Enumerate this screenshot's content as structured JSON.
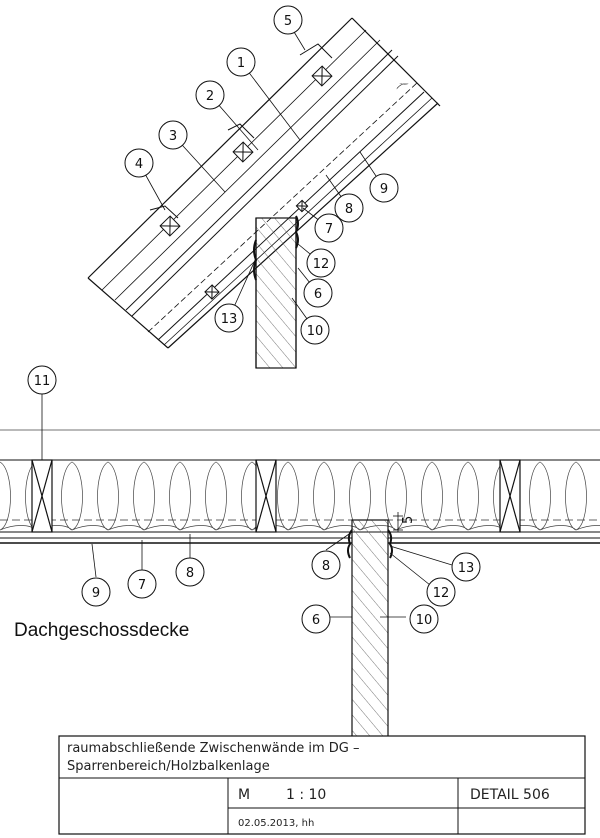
{
  "section_label": "Dachgeschossdecke",
  "dimension_label": "5",
  "title_block": {
    "title_line1": "raumabschließende Zwischenwände im DG –",
    "title_line2": "Sparrenbereich/Holzbalkenlage",
    "scale_prefix": "M",
    "scale_value": "1 : 10",
    "detail_label": "DETAIL 506",
    "date": "02.05.2013,  hh"
  },
  "callouts": {
    "c1": "1",
    "c2": "2",
    "c3": "3",
    "c4": "4",
    "c5": "5",
    "c6a": "6",
    "c7a": "7",
    "c8a": "8",
    "c9a": "9",
    "c10a": "10",
    "c12a": "12",
    "c13a": "13",
    "c11": "11",
    "c9b": "9",
    "c7b": "7",
    "c8b": "8",
    "c8c": "8",
    "c6b": "6",
    "c10b": "10",
    "c12b": "12",
    "c13b": "13"
  }
}
